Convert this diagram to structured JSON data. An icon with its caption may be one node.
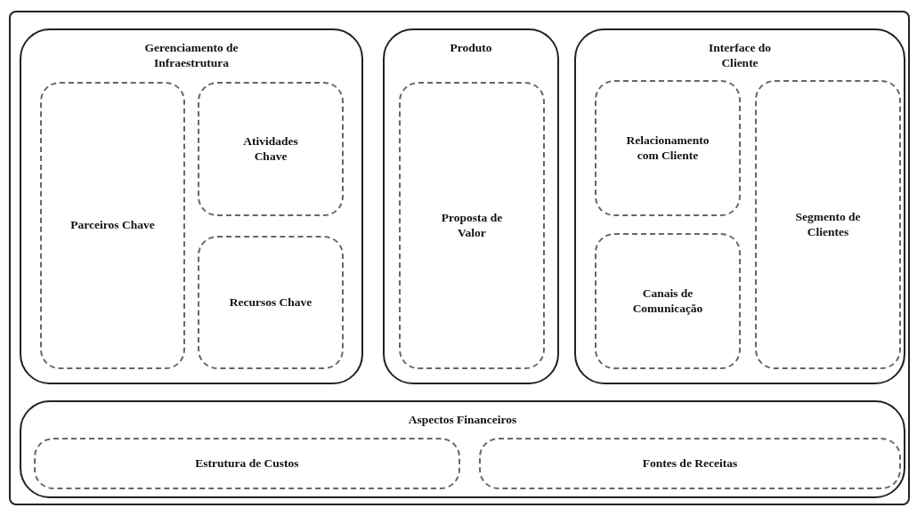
{
  "diagram": {
    "nodes": [
      {
        "text": [],
        "shape": "box"
      },
      {
        "text": [
          "Gerenciamento de Infraestrutura"
        ],
        "in": 0
      },
      {
        "text": [
          "Parceiros Chave"
        ],
        "in": 1
      },
      {
        "text": [
          "Atividades Chave"
        ],
        "in": 1
      },
      {
        "text": [
          "Recursos Chave"
        ],
        "in": 1
      },
      {
        "text": [
          "Produto"
        ],
        "in": 0
      },
      {
        "text": [
          "Proposta de Valor"
        ],
        "in": 5
      },
      {
        "text": [
          "Interface do Cliente"
        ],
        "in": 0
      },
      {
        "text": [
          "Relacionamento com Cliente"
        ],
        "in": 7
      },
      {
        "text": [
          "Canais de Comunicação"
        ],
        "in": 7
      },
      {
        "text": [
          "Segmento de Clientes"
        ],
        "in": 7
      },
      {
        "text": [
          "Aspectos Financeiros"
        ],
        "in": 0
      },
      {
        "text": [
          "Estrutura de Custos"
        ],
        "in": 11
      },
      {
        "text": [
          "Fontes de Receitas"
        ],
        "in": 11
      }
    ]
  }
}
